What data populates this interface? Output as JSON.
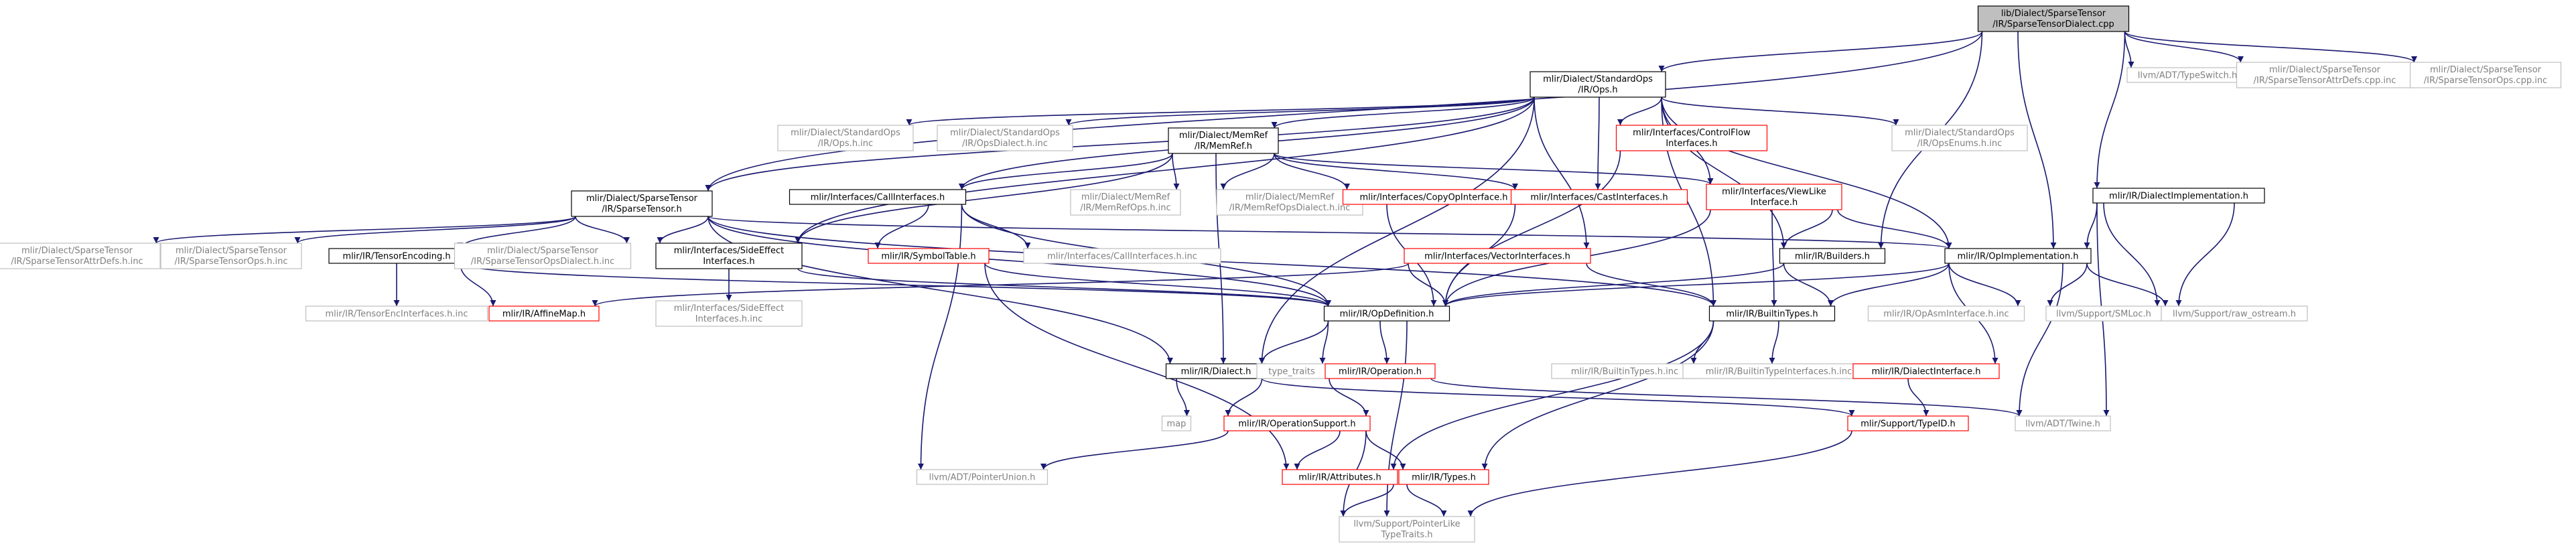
{
  "diagram": {
    "nodes": [
      {
        "id": "root",
        "label": [
          "lib/Dialect/SparseTensor",
          "/IR/SparseTensorDialect.cpp"
        ],
        "style": "root"
      },
      {
        "id": "stdops",
        "label": [
          "mlir/Dialect/StandardOps",
          "/IR/Ops.h"
        ],
        "style": "black"
      },
      {
        "id": "sparse",
        "label": [
          "mlir/Dialect/SparseTensor",
          "/IR/SparseTensor.h"
        ],
        "style": "black"
      },
      {
        "id": "memref",
        "label": [
          "mlir/Dialect/MemRef",
          "/IR/MemRef.h"
        ],
        "style": "black"
      },
      {
        "id": "typeswitch",
        "label": [
          "llvm/ADT/TypeSwitch.h"
        ],
        "style": "gray"
      },
      {
        "id": "attrdefs_cpp",
        "label": [
          "mlir/Dialect/SparseTensor",
          "/IR/SparseTensorAttrDefs.cpp.inc"
        ],
        "style": "gray"
      },
      {
        "id": "ops_cpp",
        "label": [
          "mlir/Dialect/SparseTensor",
          "/IR/SparseTensorOps.cpp.inc"
        ],
        "style": "gray"
      },
      {
        "id": "std_ops_inc",
        "label": [
          "mlir/Dialect/StandardOps",
          "/IR/Ops.h.inc"
        ],
        "style": "gray"
      },
      {
        "id": "std_opsdialect_inc",
        "label": [
          "mlir/Dialect/StandardOps",
          "/IR/OpsDialect.h.inc"
        ],
        "style": "gray"
      },
      {
        "id": "controlflow",
        "label": [
          "mlir/Interfaces/ControlFlow",
          "Interfaces.h"
        ],
        "style": "red"
      },
      {
        "id": "std_enums_inc",
        "label": [
          "mlir/Dialect/StandardOps",
          "/IR/OpsEnums.h.inc"
        ],
        "style": "gray"
      },
      {
        "id": "dialectimpl",
        "label": [
          "mlir/IR/DialectImplementation.h"
        ],
        "style": "black"
      },
      {
        "id": "sparse_attrdefs_inc",
        "label": [
          "mlir/Dialect/SparseTensor",
          "/IR/SparseTensorAttrDefs.h.inc"
        ],
        "style": "gray"
      },
      {
        "id": "sparse_ops_inc",
        "label": [
          "mlir/Dialect/SparseTensor",
          "/IR/SparseTensorOps.h.inc"
        ],
        "style": "gray"
      },
      {
        "id": "tensorenc",
        "label": [
          "mlir/IR/TensorEncoding.h"
        ],
        "style": "black"
      },
      {
        "id": "sparse_opsdialect_inc",
        "label": [
          "mlir/Dialect/SparseTensor",
          "/IR/SparseTensorOpsDialect.h.inc"
        ],
        "style": "gray"
      },
      {
        "id": "sideeffect",
        "label": [
          "mlir/Interfaces/SideEffect",
          "Interfaces.h"
        ],
        "style": "black"
      },
      {
        "id": "callif",
        "label": [
          "mlir/Interfaces/CallInterfaces.h"
        ],
        "style": "black"
      },
      {
        "id": "memref_ops_inc",
        "label": [
          "mlir/Dialect/MemRef",
          "/IR/MemRefOps.h.inc"
        ],
        "style": "gray"
      },
      {
        "id": "memref_opsdialect_inc",
        "label": [
          "mlir/Dialect/MemRef",
          "/IR/MemRefOpsDialect.h.inc"
        ],
        "style": "gray"
      },
      {
        "id": "copyop",
        "label": [
          "mlir/Interfaces/CopyOpInterface.h"
        ],
        "style": "red"
      },
      {
        "id": "castif",
        "label": [
          "mlir/Interfaces/CastInterfaces.h"
        ],
        "style": "red"
      },
      {
        "id": "viewlike",
        "label": [
          "mlir/Interfaces/ViewLike",
          "Interface.h"
        ],
        "style": "red"
      },
      {
        "id": "symtable",
        "label": [
          "mlir/IR/SymbolTable.h"
        ],
        "style": "red"
      },
      {
        "id": "callif_inc",
        "label": [
          "mlir/Interfaces/CallInterfaces.h.inc"
        ],
        "style": "gray"
      },
      {
        "id": "vectorif",
        "label": [
          "mlir/Interfaces/VectorInterfaces.h"
        ],
        "style": "red"
      },
      {
        "id": "builders",
        "label": [
          "mlir/IR/Builders.h"
        ],
        "style": "black"
      },
      {
        "id": "opimpl",
        "label": [
          "mlir/IR/OpImplementation.h"
        ],
        "style": "black"
      },
      {
        "id": "tensorenc_if_inc",
        "label": [
          "mlir/IR/TensorEncInterfaces.h.inc"
        ],
        "style": "gray"
      },
      {
        "id": "affinemap",
        "label": [
          "mlir/IR/AffineMap.h"
        ],
        "style": "red"
      },
      {
        "id": "sideeffect_inc",
        "label": [
          "mlir/Interfaces/SideEffect",
          "Interfaces.h.inc"
        ],
        "style": "gray"
      },
      {
        "id": "opdef",
        "label": [
          "mlir/IR/OpDefinition.h"
        ],
        "style": "black"
      },
      {
        "id": "builtintypes",
        "label": [
          "mlir/IR/BuiltinTypes.h"
        ],
        "style": "black"
      },
      {
        "id": "opasm_inc",
        "label": [
          "mlir/IR/OpAsmInterface.h.inc"
        ],
        "style": "gray"
      },
      {
        "id": "smloc",
        "label": [
          "llvm/Support/SMLoc.h"
        ],
        "style": "gray"
      },
      {
        "id": "raw_ostream",
        "label": [
          "llvm/Support/raw_ostream.h"
        ],
        "style": "gray"
      },
      {
        "id": "dialect",
        "label": [
          "mlir/IR/Dialect.h"
        ],
        "style": "black"
      },
      {
        "id": "type_traits",
        "label": [
          "type_traits"
        ],
        "style": "gray"
      },
      {
        "id": "operation",
        "label": [
          "mlir/IR/Operation.h"
        ],
        "style": "red"
      },
      {
        "id": "builtintypes_inc",
        "label": [
          "mlir/IR/BuiltinTypes.h.inc"
        ],
        "style": "gray"
      },
      {
        "id": "builtintypeif_inc",
        "label": [
          "mlir/IR/BuiltinTypeInterfaces.h.inc"
        ],
        "style": "gray"
      },
      {
        "id": "dialectif",
        "label": [
          "mlir/IR/DialectInterface.h"
        ],
        "style": "red"
      },
      {
        "id": "map",
        "label": [
          "map"
        ],
        "style": "gray"
      },
      {
        "id": "opsupport",
        "label": [
          "mlir/IR/OperationSupport.h"
        ],
        "style": "red"
      },
      {
        "id": "typeid",
        "label": [
          "mlir/Support/TypeID.h"
        ],
        "style": "red"
      },
      {
        "id": "twine",
        "label": [
          "llvm/ADT/Twine.h"
        ],
        "style": "gray"
      },
      {
        "id": "pointerunion",
        "label": [
          "llvm/ADT/PointerUnion.h"
        ],
        "style": "gray"
      },
      {
        "id": "attributes",
        "label": [
          "mlir/IR/Attributes.h"
        ],
        "style": "red"
      },
      {
        "id": "types",
        "label": [
          "mlir/IR/Types.h"
        ],
        "style": "red"
      },
      {
        "id": "ptrlike",
        "label": [
          "llvm/Support/PointerLike",
          "TypeTraits.h"
        ],
        "style": "gray"
      }
    ],
    "edges": [
      [
        "root",
        "stdops"
      ],
      [
        "root",
        "sparse"
      ],
      [
        "root",
        "typeswitch"
      ],
      [
        "root",
        "attrdefs_cpp"
      ],
      [
        "root",
        "ops_cpp"
      ],
      [
        "root",
        "dialectimpl"
      ],
      [
        "root",
        "builders"
      ],
      [
        "root",
        "opimpl"
      ],
      [
        "stdops",
        "std_ops_inc"
      ],
      [
        "stdops",
        "std_opsdialect_inc"
      ],
      [
        "stdops",
        "memref"
      ],
      [
        "stdops",
        "controlflow"
      ],
      [
        "stdops",
        "std_enums_inc"
      ],
      [
        "stdops",
        "callif"
      ],
      [
        "stdops",
        "castif"
      ],
      [
        "stdops",
        "viewlike"
      ],
      [
        "stdops",
        "vectorif"
      ],
      [
        "stdops",
        "sideeffect"
      ],
      [
        "stdops",
        "builders"
      ],
      [
        "stdops",
        "opimpl"
      ],
      [
        "stdops",
        "dialect"
      ],
      [
        "stdops",
        "builtintypes"
      ],
      [
        "stdops",
        "sparse"
      ],
      [
        "memref",
        "callif"
      ],
      [
        "memref",
        "memref_ops_inc"
      ],
      [
        "memref",
        "memref_opsdialect_inc"
      ],
      [
        "memref",
        "copyop"
      ],
      [
        "memref",
        "castif"
      ],
      [
        "memref",
        "viewlike"
      ],
      [
        "memref",
        "sideeffect"
      ],
      [
        "memref",
        "dialect"
      ],
      [
        "sparse",
        "sparse_attrdefs_inc"
      ],
      [
        "sparse",
        "sparse_ops_inc"
      ],
      [
        "sparse",
        "tensorenc"
      ],
      [
        "sparse",
        "sparse_opsdialect_inc"
      ],
      [
        "sparse",
        "sideeffect"
      ],
      [
        "sparse",
        "opimpl"
      ],
      [
        "sparse",
        "opdef"
      ],
      [
        "sparse",
        "dialect"
      ],
      [
        "sparse",
        "builtintypes"
      ],
      [
        "dialectimpl",
        "opimpl"
      ],
      [
        "dialectimpl",
        "smloc"
      ],
      [
        "dialectimpl",
        "raw_ostream"
      ],
      [
        "dialectimpl",
        "twine"
      ],
      [
        "tensorenc",
        "affinemap"
      ],
      [
        "tensorenc",
        "tensorenc_if_inc"
      ],
      [
        "tensorenc",
        "opdef"
      ],
      [
        "sideeffect",
        "opdef"
      ],
      [
        "sideeffect",
        "sideeffect_inc"
      ],
      [
        "callif",
        "symtable"
      ],
      [
        "callif",
        "callif_inc"
      ],
      [
        "callif",
        "opdef"
      ],
      [
        "callif",
        "pointerunion"
      ],
      [
        "copyop",
        "opdef"
      ],
      [
        "castif",
        "opdef"
      ],
      [
        "controlflow",
        "opdef"
      ],
      [
        "viewlike",
        "opdef"
      ],
      [
        "viewlike",
        "builtintypes"
      ],
      [
        "viewlike",
        "builders"
      ],
      [
        "viewlike",
        "opimpl"
      ],
      [
        "vectorif",
        "affinemap"
      ],
      [
        "vectorif",
        "opdef"
      ],
      [
        "vectorif",
        "builtintypes"
      ],
      [
        "symtable",
        "opdef"
      ],
      [
        "symtable",
        "attributes"
      ],
      [
        "builders",
        "opdef"
      ],
      [
        "builders",
        "builtintypes"
      ],
      [
        "opimpl",
        "opdef"
      ],
      [
        "opimpl",
        "builtintypes"
      ],
      [
        "opimpl",
        "opasm_inc"
      ],
      [
        "opimpl",
        "smloc"
      ],
      [
        "opimpl",
        "raw_ostream"
      ],
      [
        "opimpl",
        "dialectif"
      ],
      [
        "opimpl",
        "twine"
      ],
      [
        "opdef",
        "operation"
      ],
      [
        "opdef",
        "dialect"
      ],
      [
        "opdef",
        "type_traits"
      ],
      [
        "opdef",
        "ptrlike"
      ],
      [
        "builtintypes",
        "builtintypes_inc"
      ],
      [
        "builtintypes",
        "builtintypeif_inc"
      ],
      [
        "builtintypes",
        "attributes"
      ],
      [
        "builtintypes",
        "types"
      ],
      [
        "dialect",
        "map"
      ],
      [
        "dialect",
        "opsupport"
      ],
      [
        "dialect",
        "typeid"
      ],
      [
        "operation",
        "opsupport"
      ],
      [
        "operation",
        "twine"
      ],
      [
        "dialectif",
        "typeid"
      ],
      [
        "opsupport",
        "pointerunion"
      ],
      [
        "opsupport",
        "attributes"
      ],
      [
        "opsupport",
        "types"
      ],
      [
        "opsupport",
        "ptrlike"
      ],
      [
        "typeid",
        "ptrlike"
      ],
      [
        "attributes",
        "ptrlike"
      ],
      [
        "types",
        "ptrlike"
      ]
    ]
  },
  "colors": {
    "edge": "#191970",
    "root_fill": "#bfbfbf",
    "black_border": "#000000",
    "gray_border": "#bfbfbf",
    "gray_text": "#808080",
    "red_border": "#ff0000"
  }
}
